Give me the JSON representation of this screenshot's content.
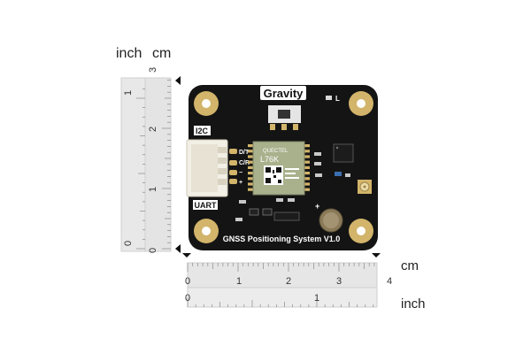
{
  "ruler_left": {
    "unit_inch": "inch",
    "unit_cm": "cm",
    "inch_ticks": [
      "0",
      "1"
    ],
    "cm_ticks": [
      "0",
      "1",
      "2",
      "3"
    ]
  },
  "ruler_bottom": {
    "unit_cm": "cm",
    "unit_inch": "inch",
    "cm_ticks": [
      "0",
      "1",
      "2",
      "3",
      "4"
    ],
    "inch_ticks": [
      "0",
      "1"
    ]
  },
  "board": {
    "brand": "Gravity",
    "title": "GNSS Positioning System V1.0",
    "chip": "L76K",
    "chip_vendor": "QUECTEL",
    "label_i2c": "I2C",
    "label_uart": "UART",
    "pins": [
      "D/T",
      "C/R",
      "−",
      "+"
    ],
    "led": "L",
    "battery_plus": "+"
  },
  "colors": {
    "pcb": "#141414",
    "pad_gold": "#d2b46a",
    "connector": "#f2efe6",
    "module": "#a9b08c",
    "ruler": "#e6e6e6"
  }
}
